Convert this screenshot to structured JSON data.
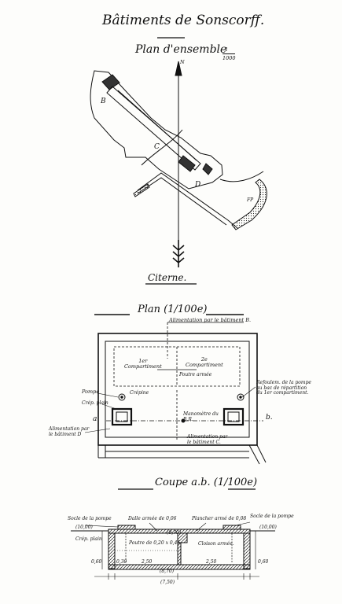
{
  "title": "Bâtiments de Sonscorff.",
  "site_plan": {
    "title": "Plan d'ensemble",
    "scale_num": "1",
    "scale_den": "1000",
    "north": "N",
    "labels": {
      "b": "B",
      "c": "C",
      "d": "D",
      "cistern_mark": "FP"
    },
    "caption": "Citerne."
  },
  "plan": {
    "title": "Plan (1/100e)",
    "supply_b": "Alimentation par le bâtiment B.",
    "comp1": "1er\nCompartiment",
    "comp2": "2e\nCompartiment",
    "poutre": "Poutre armée",
    "pompe": "Pompe",
    "crepine": "Crépine",
    "crep_plain": "Crép. plain",
    "refoulement": "Refoulem. de la pompe\nau bac de répartition\ndu 1er compartiment.",
    "point_a": "a",
    "point_b": "b.",
    "alim_d": "Alimentation par\nle bâtiment D",
    "manometre": "Manomètre du\nB.R.",
    "alim_c": "Alimentation par\nle bâtiment C."
  },
  "section": {
    "title": "Coupe a.b. (1/100e)",
    "socle_left": "Socle de la pompe",
    "dalle": "Dalle armée de 0,06",
    "plancher": "Plancher armé de 0,08",
    "socle_right": "Socle de la pompe",
    "elev_left": "(10,00)",
    "elev_mid": "(8,70)",
    "elev_right": "(10,00)",
    "crep_plain": "Crép. plain",
    "poutre": "Poutre de 0,20 x 0,45",
    "cloison": "Cloison armée.",
    "dims": [
      "0,60",
      "0,30",
      "2,50",
      "2,50",
      "0,60"
    ],
    "dim_sub": "(8,70)",
    "dim_base": "(7,50)"
  }
}
